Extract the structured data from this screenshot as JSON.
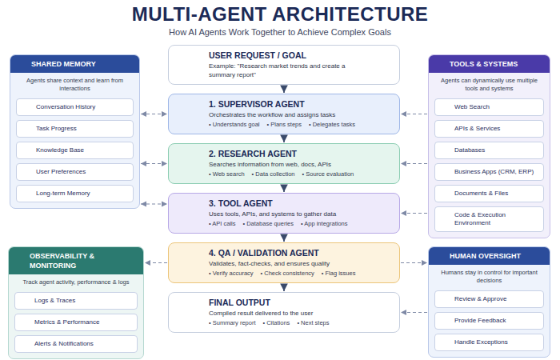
{
  "diagram": {
    "title": "MULTI-AGENT ARCHITECTURE",
    "nodes": [
      {
        "text": [
          "SHARED MEMORY",
          "Agents share context and learn from interactions"
        ]
      },
      {
        "text": [
          "Conversation History"
        ],
        "in": 0
      },
      {
        "text": [
          "Task Progress"
        ],
        "in": 0
      },
      {
        "text": [
          "Knowledge Base"
        ],
        "in": 0
      },
      {
        "text": [
          "User Preferences"
        ],
        "in": 0
      },
      {
        "text": [
          "Long-term Memory"
        ],
        "in": 0
      },
      {
        "text": [
          "USER REQUEST / GOAL",
          "Example: \"Research market trends and create a summary report\""
        ]
      },
      {
        "text": [
          "1. SUPERVISOR AGENT",
          "Orchestrates the workflow and assigns tasks",
          "• Understands goal",
          "• Plans steps",
          "• Delegates tasks"
        ]
      },
      {
        "text": [
          "2. RESEARCH AGENT",
          "Searches information from web, docs, APIs",
          "• Web search",
          "• Data collection",
          "• Source evaluation"
        ]
      },
      {
        "text": [
          "3. TOOL AGENT",
          "Uses tools, APIs, and systems to gather data",
          "• API calls",
          "• Database queries",
          "• App integrations"
        ]
      },
      {
        "text": [
          "4. QA / VALIDATION AGENT",
          "Validates, fact-checks, and ensures quality",
          "• Verify accuracy",
          "• Check consistency",
          "• Flag issues"
        ]
      },
      {
        "text": [
          "FINAL OUTPUT",
          "Compiled result delivered to the user",
          "• Summary report",
          "• Citations",
          "• Next steps"
        ]
      },
      {
        "text": [
          "TOOLS & SYSTEMS",
          "Agents can dynamically use multiple tools and systems"
        ]
      },
      {
        "text": [
          "Web Search"
        ],
        "in": 12
      },
      {
        "text": [
          "APIs & Services"
        ],
        "in": 12
      },
      {
        "text": [
          "Databases"
        ],
        "in": 12
      },
      {
        "text": [
          "Business Apps (CRM, ERP)"
        ],
        "in": 12
      },
      {
        "text": [
          "Documents & Files"
        ],
        "in": 12
      },
      {
        "text": [
          "Code & Execution Environment"
        ],
        "in": 12
      },
      {
        "text": [
          "OBSERVABILITY & MONITORING",
          "Track agent activity, performance & logs"
        ]
      },
      {
        "text": [
          "Logs & Traces"
        ],
        "in": 19
      },
      {
        "text": [
          "Metrics & Performance"
        ],
        "in": 19
      },
      {
        "text": [
          "Alerts & Notifications"
        ],
        "in": 19
      },
      {
        "text": [
          "HUMAN OVERSIGHT",
          "Humans stay in control for important decisions"
        ]
      },
      {
        "text": [
          "Review & Approve"
        ],
        "in": 23
      },
      {
        "text": [
          "Provide Feedback"
        ],
        "in": 23
      },
      {
        "text": [
          "Handle Exceptions"
        ],
        "in": 23
      }
    ],
    "edges": [
      {
        "from": 6,
        "to": 7,
        "arrow": "to"
      },
      {
        "from": 7,
        "to": 8,
        "arrow": "to"
      },
      {
        "from": 8,
        "to": 9,
        "arrow": "to"
      },
      {
        "from": 9,
        "to": 10,
        "arrow": "to"
      },
      {
        "from": 10,
        "to": 11,
        "arrow": "to"
      },
      {
        "from": 0,
        "to": 7,
        "arrow": "both"
      },
      {
        "from": 0,
        "to": 8,
        "arrow": "both"
      },
      {
        "from": 0,
        "to": 9,
        "arrow": "both"
      },
      {
        "from": 12,
        "to": 7,
        "arrow": "to"
      },
      {
        "from": 12,
        "to": 8,
        "arrow": "to"
      },
      {
        "from": 12,
        "to": 9,
        "arrow": "to"
      },
      {
        "from": 10,
        "to": 19,
        "arrow": "to"
      },
      {
        "from": 10,
        "to": 23,
        "arrow": "to"
      },
      {
        "from": 23,
        "to": 11,
        "arrow": "to"
      }
    ],
    "labels": [
      "How AI Agents Work Together to Achieve Complex Goals"
    ]
  }
}
